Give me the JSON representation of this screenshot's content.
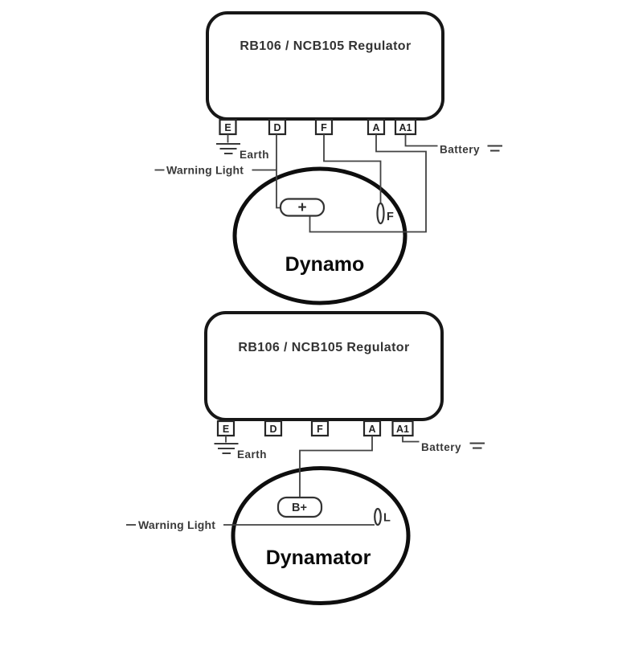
{
  "colors": {
    "background": "#ffffff",
    "outline_ink": "#171717",
    "wire_ink": "#424242",
    "text_ink": "#333333"
  },
  "top": {
    "regulator_title": "RB106 / NCB105 Regulator",
    "terminals": [
      "E",
      "D",
      "F",
      "A",
      "A1"
    ],
    "earth_label": "Earth",
    "warning_light_label": "Warning Light",
    "battery_label": "Battery",
    "machine_name": "Dynamo",
    "machine_output_label": "+",
    "machine_aux_label": "F"
  },
  "bottom": {
    "regulator_title": "RB106 / NCB105 Regulator",
    "terminals": [
      "E",
      "D",
      "F",
      "A",
      "A1"
    ],
    "earth_label": "Earth",
    "warning_light_label": "Warning Light",
    "battery_label": "Battery",
    "machine_name": "Dynamator",
    "machine_output_label": "B+",
    "machine_aux_label": "L"
  }
}
